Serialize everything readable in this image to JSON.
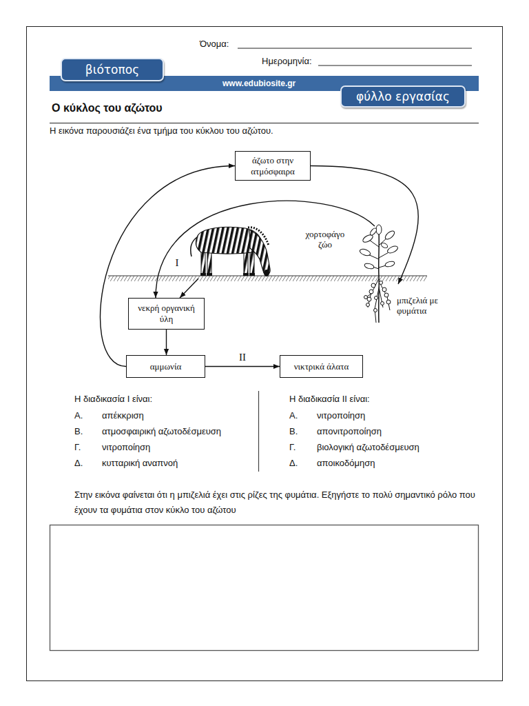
{
  "diagram": {
    "title": "Ο κύκλος του αζώτου",
    "nodes": [
      {
        "text": [
          "βιότοπος"
        ]
      },
      {
        "text": [
          "www.edubiosite.gr"
        ]
      },
      {
        "text": [
          "φύλλο εργασίας"
        ]
      },
      {
        "text": [
          "άζωτο στην ατμόσφαιρα"
        ]
      },
      {
        "text": [
          "χορτοφάγο ζώο"
        ]
      },
      {
        "text": [
          "μπιζελιά με φυμάτια"
        ]
      },
      {
        "text": [
          "νεκρή οργανική ύλη"
        ]
      },
      {
        "text": [
          "αμμωνία"
        ]
      },
      {
        "text": [
          "νικτρικά άλατα"
        ]
      }
    ],
    "edges": [
      {
        "from": 3,
        "to": 5,
        "arrow": "to"
      },
      {
        "from": 5,
        "to": 6,
        "arrow": "to"
      },
      {
        "from": 4,
        "to": 6,
        "arrow": "to",
        "label": "I"
      },
      {
        "from": 6,
        "to": 7,
        "arrow": "to"
      },
      {
        "from": 7,
        "to": 3,
        "arrow": "to"
      },
      {
        "from": 7,
        "to": 8,
        "arrow": "to",
        "label": "II"
      }
    ],
    "labels": [
      "Όνομα:",
      "Ημερομηνία:",
      "Η εικόνα παρουσιάζει ένα τμήμα του κύκλου του αζώτου.",
      "Η διαδικασία I είναι:",
      "Α.",
      "απέκκριση",
      "Β.",
      "ατμοσφαιρική αζωτοδέσμευση",
      "Γ.",
      "νιτροποίηση",
      "Δ.",
      "κυτταρική αναπνοή",
      "Η διαδικασία II είναι:",
      "Α.",
      "νιτροποίηση",
      "Β.",
      "απονιτροποίηση",
      "Γ.",
      "βιολογική αζωτοδέσμευση",
      "Δ.",
      "αποικοδόμηση",
      "Στην εικόνα φαίνεται ότι η μπιζελιά έχει στις ρίζες της φυμάτια. Εξηγήστε το πολύ σημαντικό ρόλο που έχουν τα φυμάτια στον κύκλο του αζώτου"
    ]
  }
}
